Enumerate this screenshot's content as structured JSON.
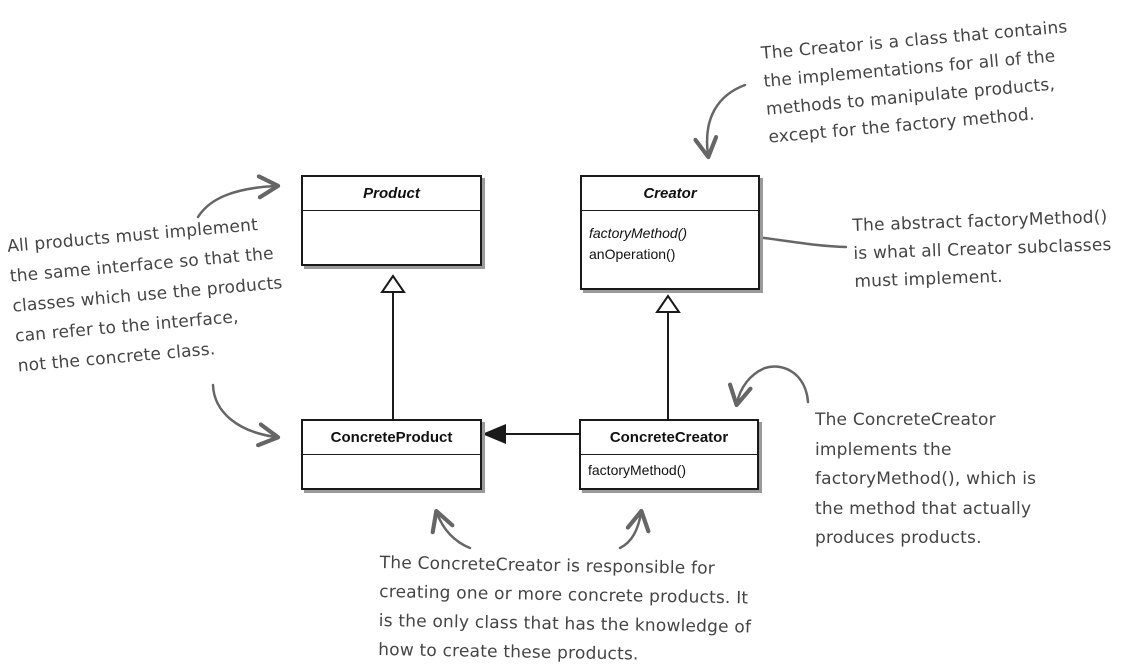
{
  "classes": {
    "product": {
      "name": "Product"
    },
    "creator": {
      "name": "Creator",
      "methods": [
        "factoryMethod()",
        "anOperation()"
      ]
    },
    "concrete_product": {
      "name": "ConcreteProduct"
    },
    "concrete_creator": {
      "name": "ConcreteCreator",
      "methods": [
        "factoryMethod()"
      ]
    }
  },
  "notes": {
    "creator_note": "The Creator is a class that contains\nthe implementations for all of the\nmethods to manipulate products,\nexcept for the factory method.",
    "products_note": "All products must implement\nthe same interface so that the\nclasses which use the products\ncan refer to the interface,\nnot the concrete class.",
    "factory_method_note": "The abstract factoryMethod()\nis what all Creator subclasses\nmust implement.",
    "concrete_creator_note": "The ConcreteCreator\nimplements the\nfactoryMethod(), which is\nthe method that actually\nproduces products.",
    "responsibility_note": "The ConcreteCreator is responsible for\ncreating one or more concrete products.  It\nis the only class that has the knowledge of\nhow to create these products."
  },
  "colors": {
    "box_border": "#1a1a1a",
    "box_shadow": "#9a9a9a",
    "note_text": "#444444",
    "note_arrow": "#666666"
  }
}
